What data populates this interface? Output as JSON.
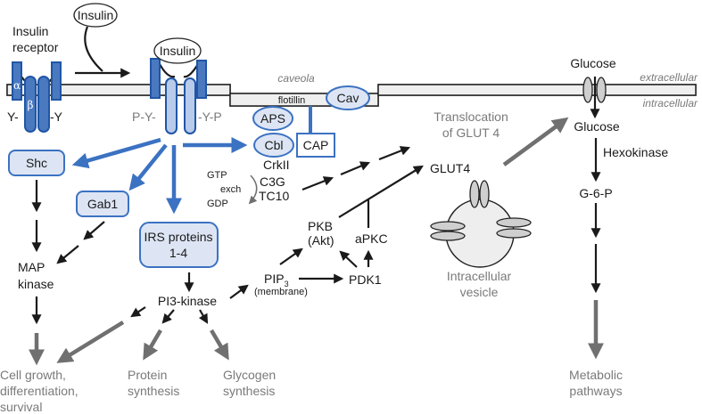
{
  "diagram": {
    "title": "Insulin signaling pathway",
    "colors": {
      "receptor_dark": "#4a79c0",
      "receptor_light": "#b9cbea",
      "blue_accent": "#3b72c2",
      "box_fill": "#dde5f4",
      "gray_text": "#7a7a7a",
      "gray_arrow": "#707070"
    },
    "membrane": {
      "caveola": "caveola",
      "flotillin": "flotillin",
      "extracellular": "extracellular",
      "intracellular": "intracellular"
    },
    "receptor": {
      "label_line1": "Insulin",
      "label_line2": "receptor",
      "alpha": "α",
      "beta": "β",
      "left_y": "Y-",
      "right_y": "-Y",
      "left_py": "P-Y-",
      "right_py": "-Y-P",
      "ligand": "Insulin",
      "bound_ligand": "Insulin"
    },
    "nodes": {
      "cav": "Cav",
      "aps": "APS",
      "cbl": "Cbl",
      "cap": "CAP",
      "crkii": "CrkII",
      "c3g": "C3G",
      "tc10": "TC10",
      "gtp": "GTP",
      "exch": "exch",
      "gdp": "GDP",
      "shc": "Shc",
      "gab1": "Gab1",
      "irs_line1": "IRS proteins",
      "irs_line2": "1-4",
      "map_line1": "MAP",
      "map_line2": "kinase",
      "pi3k": "PI3-kinase",
      "pip3_main": "PIP",
      "pip3_sub": "3",
      "pip3_note": "(membrane)",
      "pkb_line1": "PKB",
      "pkb_line2": "(Akt)",
      "apkc": "aPKC",
      "pdk1": "PDK1",
      "translocation_line1": "Translocation",
      "translocation_line2": "of GLUT 4",
      "glut4": "GLUT4",
      "vesicle_line1": "Intracellular",
      "vesicle_line2": "vesicle",
      "glucose_out": "Glucose",
      "glucose_in": "Glucose",
      "hexokinase": "Hexokinase",
      "g6p": "G-6-P"
    },
    "outcomes": {
      "cell_growth_line1": "Cell growth,",
      "cell_growth_line2": "differentiation,",
      "cell_growth_line3": "survival",
      "protein_line1": "Protein",
      "protein_line2": "synthesis",
      "glycogen_line1": "Glycogen",
      "glycogen_line2": "synthesis",
      "metabolic_line1": "Metabolic",
      "metabolic_line2": "pathways"
    }
  }
}
